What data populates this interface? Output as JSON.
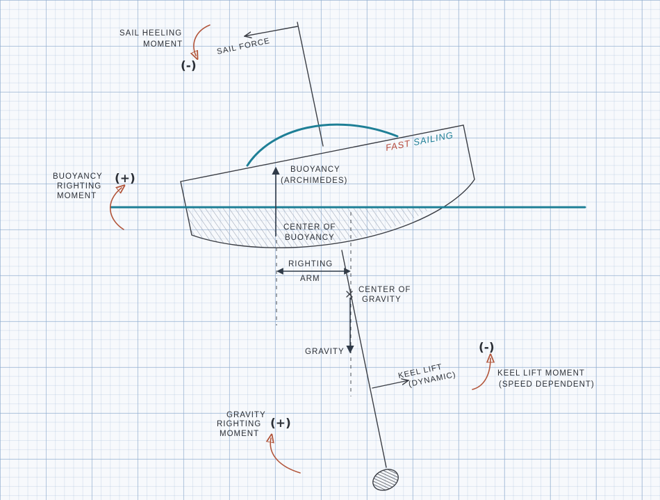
{
  "labels": {
    "sail_heeling_moment": [
      "SAIL HEELING",
      "MOMENT"
    ],
    "sail_force": "SAIL FORCE",
    "fast_sailing_part1": "FAST ",
    "fast_sailing_part2": "SAILING",
    "buoyancy": [
      "BUOYANCY",
      "(ARCHIMEDES)"
    ],
    "buoyancy_righting_moment": [
      "BUOYANCY",
      "RIGHTING",
      "MOMENT"
    ],
    "center_of_buoyancy": [
      "CENTER OF",
      "BUOYANCY"
    ],
    "righting_arm": [
      "RIGHTING",
      "ARM"
    ],
    "center_of_gravity": [
      "CENTER OF",
      "GRAVITY"
    ],
    "gravity": "GRAVITY",
    "keel_lift": [
      "KEEL LIFT",
      "(DYNAMIC)"
    ],
    "keel_lift_moment": [
      "KEEL LIFT MOMENT",
      "(SPEED DEPENDENT)"
    ],
    "gravity_righting_moment": [
      "GRAVITY",
      "RIGHTING",
      "MOMENT"
    ]
  },
  "signs": {
    "sail": "(-)",
    "buoyancy": "(+)",
    "keel": "(-)",
    "gravity": "(+)"
  },
  "colors": {
    "water": "#1e7f96",
    "moment_arrow": "#b2553a",
    "ink": "#3a3d44",
    "fast_red": "#b5483a",
    "sailing_teal": "#1e7f96"
  }
}
